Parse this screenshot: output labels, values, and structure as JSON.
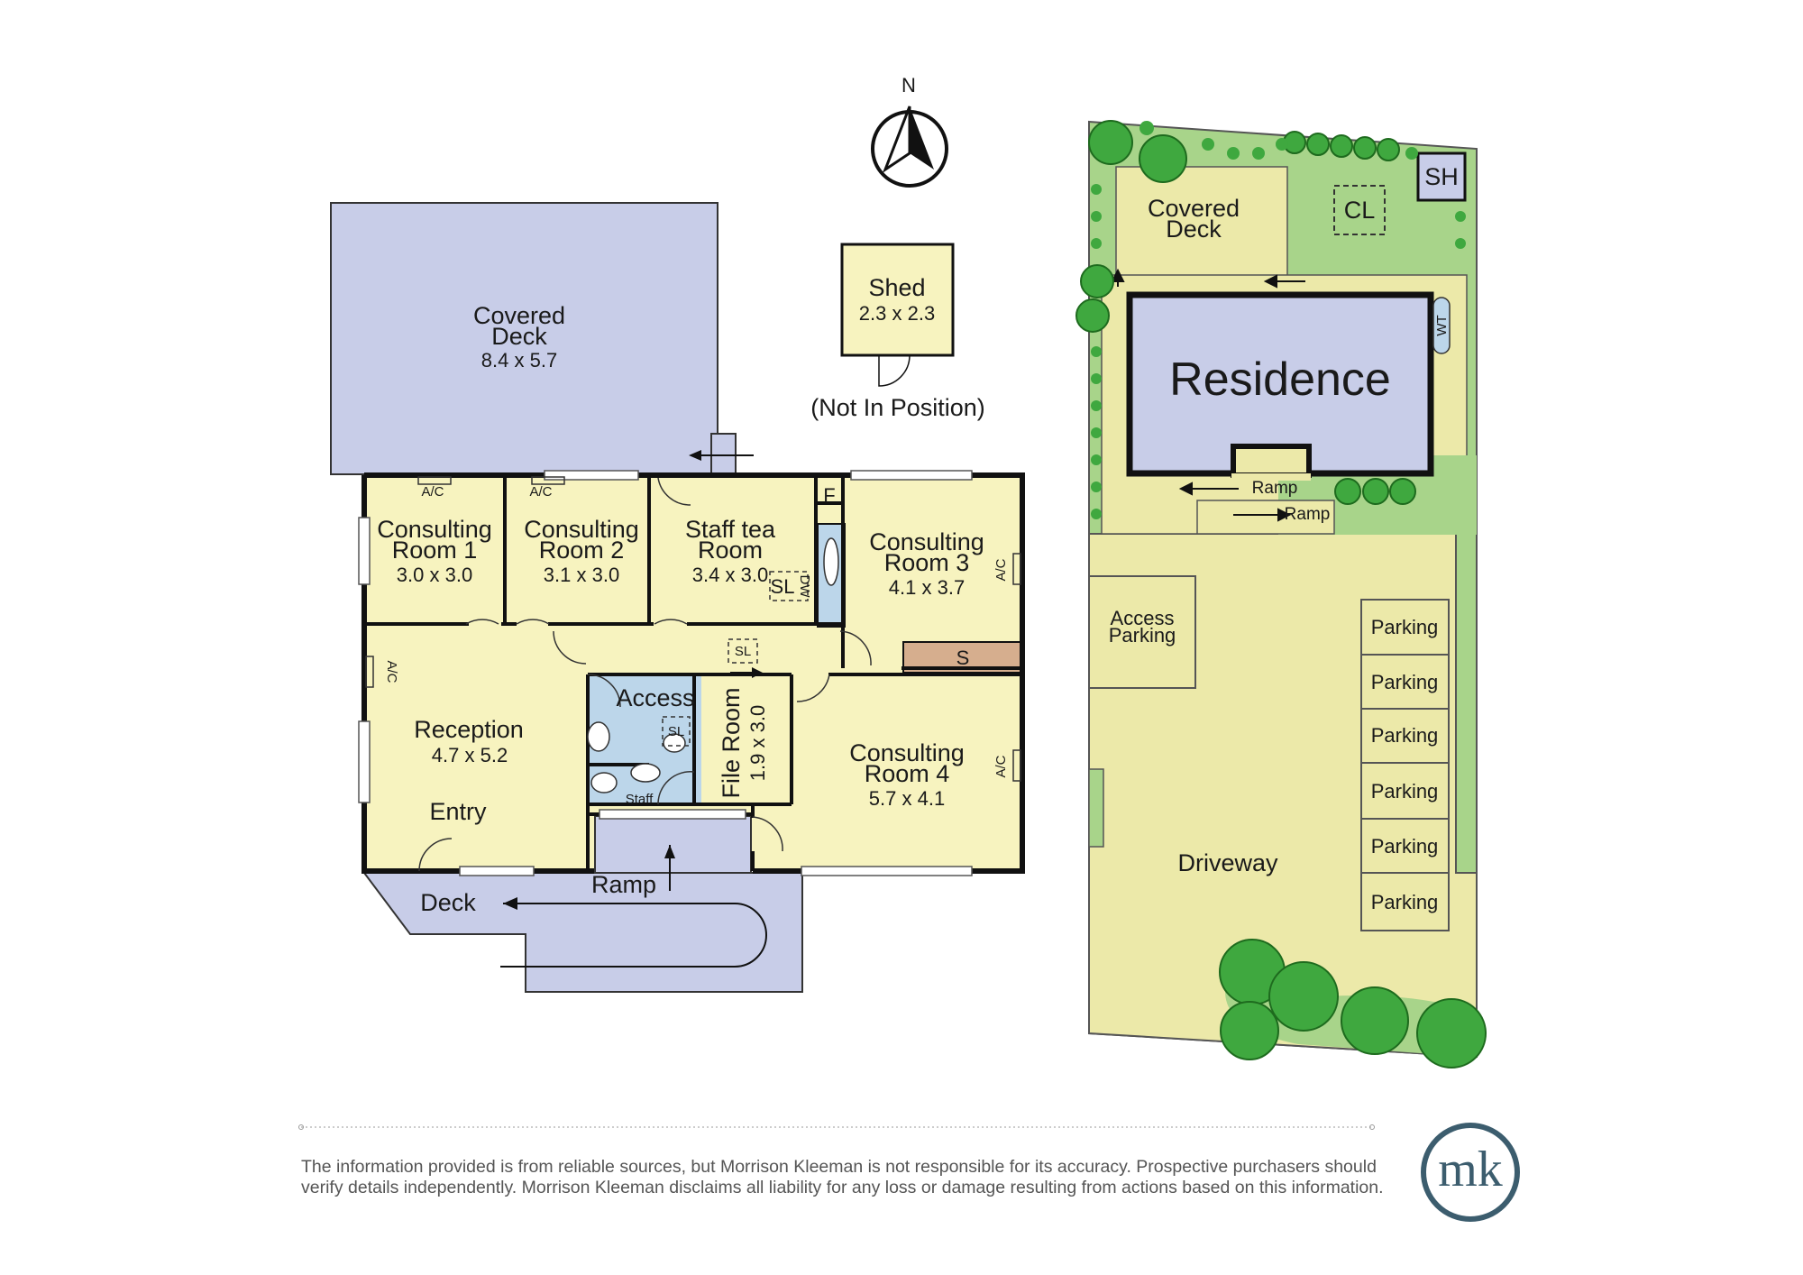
{
  "compass": {
    "north_label": "N"
  },
  "floorplan": {
    "covered_deck": {
      "name": "Covered\nDeck",
      "dims": "8.4 x 5.7"
    },
    "shed": {
      "name": "Shed",
      "dims": "2.3 x 2.3",
      "note": "(Not In Position)"
    },
    "consulting_room_1": {
      "name": "Consulting\nRoom 1",
      "dims": "3.0 x 3.0"
    },
    "consulting_room_2": {
      "name": "Consulting\nRoom 2",
      "dims": "3.1 x 3.0"
    },
    "staff_tea_room": {
      "name": "Staff tea\nRoom",
      "dims": "3.4 x 3.0"
    },
    "consulting_room_3": {
      "name": "Consulting\nRoom 3",
      "dims": "4.1 x 3.7"
    },
    "reception": {
      "name": "Reception",
      "dims": "4.7 x 5.2",
      "entry": "Entry"
    },
    "access": {
      "name": "Access"
    },
    "staff": {
      "name": "Staff"
    },
    "file_room": {
      "name": "File Room",
      "dims": "1.9 x 3.0"
    },
    "consulting_room_4": {
      "name": "Consulting\nRoom 4",
      "dims": "5.7 x 4.1"
    },
    "deck": {
      "name": "Deck"
    },
    "ramp": {
      "name": "Ramp"
    },
    "fixtures": {
      "ac": "A/C",
      "fridge": "F",
      "skylight": "SL",
      "dishwasher": "DW",
      "storage": "S"
    }
  },
  "siteplan": {
    "residence": "Residence",
    "covered_deck": "Covered\nDeck",
    "clothesline": "CL",
    "shed": "SH",
    "water_tank": "WT",
    "ramp": "Ramp",
    "access_parking": "Access\nParking",
    "driveway": "Driveway",
    "parking": [
      "Parking",
      "Parking",
      "Parking",
      "Parking",
      "Parking",
      "Parking"
    ]
  },
  "footer": {
    "disclaimer_line1": "The information provided is from reliable sources, but Morrison Kleeman is not responsible for its accuracy. Prospective purchasers should",
    "disclaimer_line2": "verify details independently. Morrison Kleeman disclaims all liability for any loss or damage resulting from actions based on this information.",
    "logo": "mk"
  },
  "colors": {
    "room_fill": "#f7f3bf",
    "deck_fill": "#c8cde8",
    "wet_fill": "#bcd6ea",
    "storage_fill": "#d6ae8e",
    "lawn_fill": "#a8d48a",
    "driveway_fill": "#ece9a9",
    "tree_fill": "#3fa83f",
    "wall": "#111111",
    "logo": "#3c5d6e"
  }
}
